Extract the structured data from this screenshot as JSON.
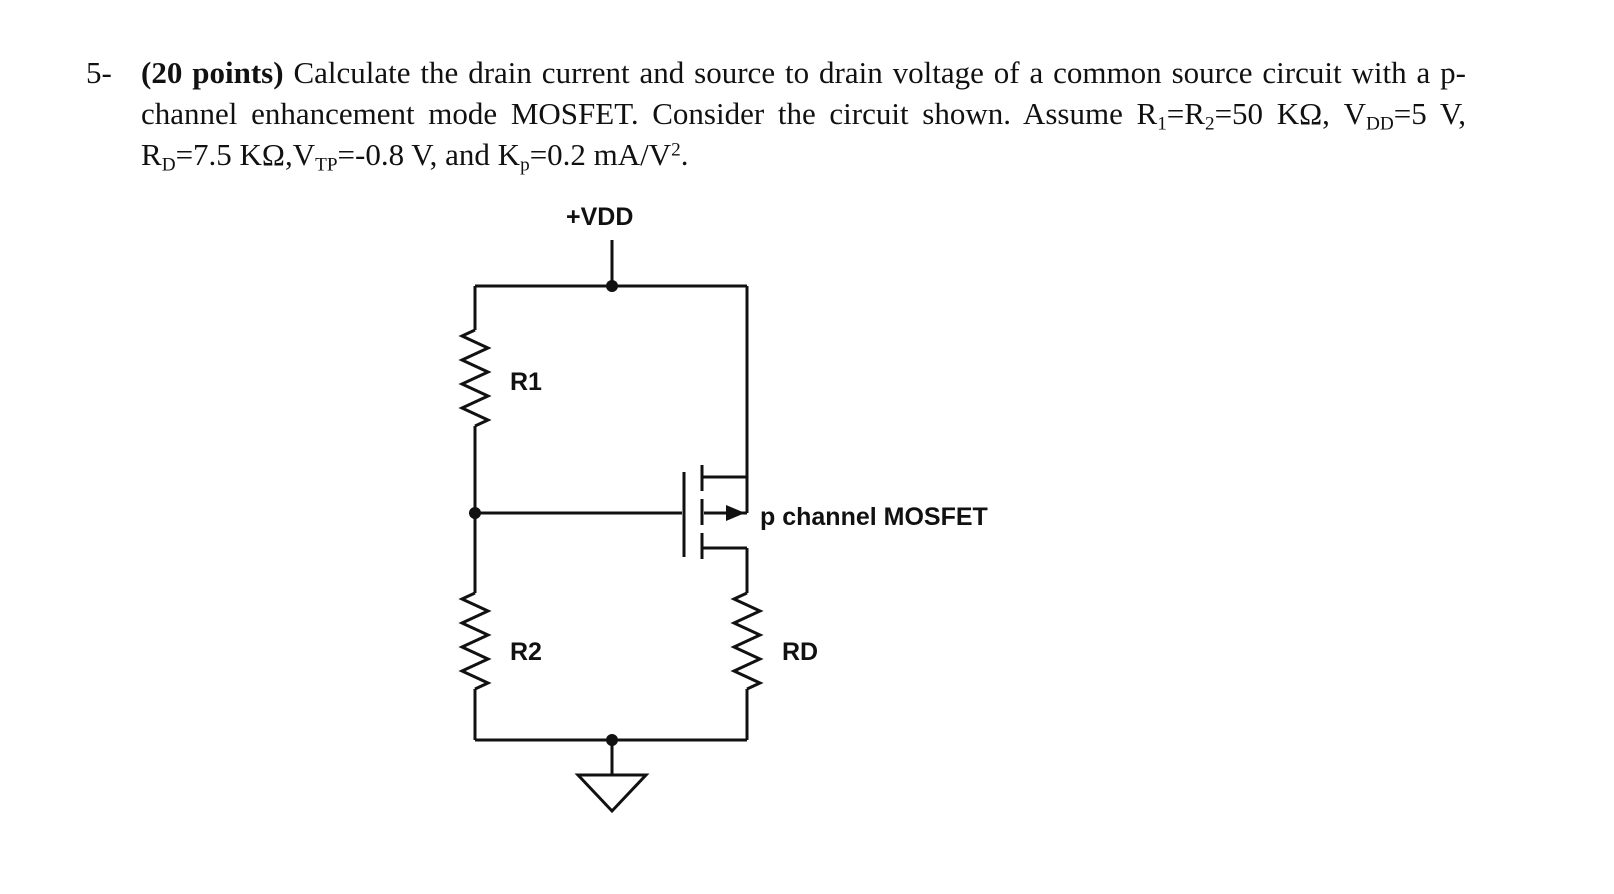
{
  "problem": {
    "number": "5-",
    "points": "(20 points)",
    "seg1": " Calculate the drain current and source to drain voltage of a common source circuit with a p-channel enhancement mode MOSFET. Consider the circuit shown. Assume R",
    "sub1": "1",
    "seg2": "=R",
    "sub2": "2",
    "seg3": "=50 KΩ, V",
    "sub3": "DD",
    "seg4": "=5 V, R",
    "sub4": "D",
    "seg5": "=7.5 KΩ,V",
    "sub5": "TP",
    "seg6": "=-0.8 V, and K",
    "sub6": "p",
    "seg7": "=0.2 mA/V",
    "sup7": "2",
    "seg8": "."
  },
  "circuit": {
    "vdd_label": "+VDD",
    "r1_label": "R1",
    "r2_label": "R2",
    "rd_label": "RD",
    "mosfet_label": "p channel MOSFET",
    "line_color": "#111111"
  }
}
